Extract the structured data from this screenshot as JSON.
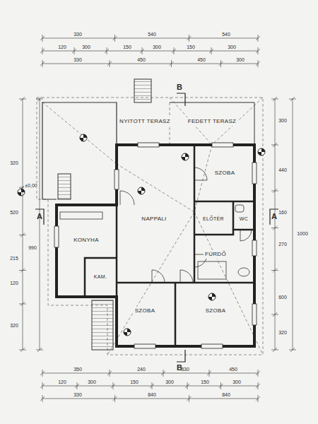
{
  "diagram": {
    "nodes": [
      {
        "text": [
          "NYITOTT TERASZ"
        ]
      },
      {
        "text": [
          "FEDETT TERASZ"
        ]
      },
      {
        "text": [
          "SZOBA"
        ]
      },
      {
        "text": [
          "NAPPALI"
        ]
      },
      {
        "text": [
          "KONYHA"
        ]
      },
      {
        "text": [
          "ELŐTÉR"
        ]
      },
      {
        "text": [
          "WC"
        ]
      },
      {
        "text": [
          "FÜRDŐ"
        ]
      },
      {
        "text": [
          "KAM."
        ]
      },
      {
        "text": [
          "SZOBA"
        ]
      },
      {
        "text": [
          "SZOBA"
        ]
      }
    ],
    "labels": [
      "330",
      "540",
      "540",
      "120",
      "300",
      "150",
      "300",
      "150",
      "300",
      "330",
      "450",
      "450",
      "300",
      "350",
      "240",
      "330",
      "450",
      "120",
      "300",
      "150",
      "300",
      "150",
      "300",
      "330",
      "840",
      "840",
      "300",
      "440",
      "160",
      "270",
      "600",
      "320",
      "1000",
      "320",
      "520",
      "215",
      "120",
      "320",
      "990",
      "A",
      "A",
      "B",
      "B",
      "±0,00"
    ]
  }
}
